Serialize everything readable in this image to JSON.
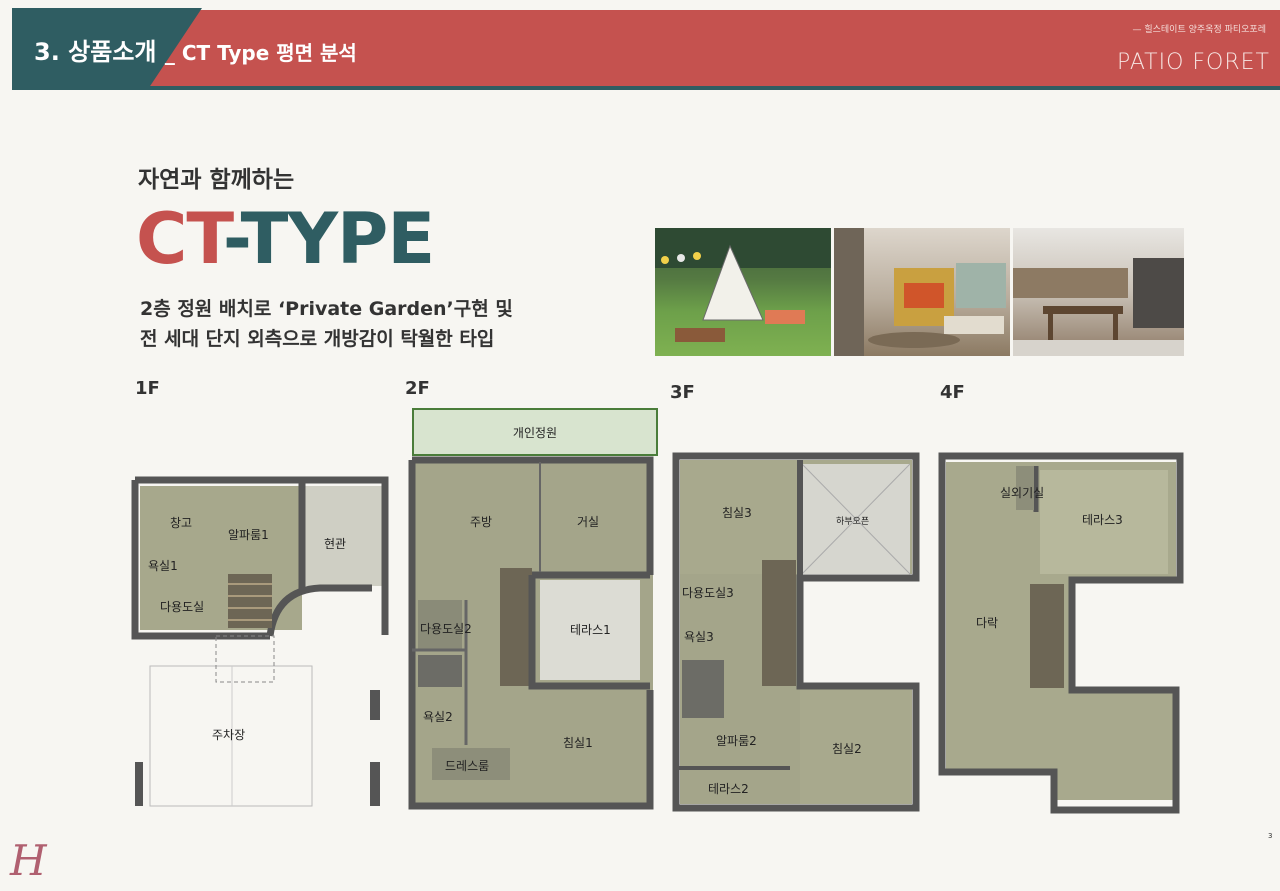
{
  "header": {
    "title": "3. 상품소개",
    "subtitle": "_ CT Type 평면 분석",
    "brand_small": "— 힐스테이트 양주옥정 파티오포레",
    "brand_logo": "PATIO FORET",
    "colors": {
      "red": "#c5524f",
      "teal": "#2f5d62"
    }
  },
  "intro": {
    "tagline": "자연과 함께하는",
    "type_part1": "CT",
    "type_part2": "-TYPE",
    "desc_line1": "2층 정원 배치로 ‘Private Garden’구현 및",
    "desc_line2": "전 세대 단지 외측으로 개방감이 탁월한 타입"
  },
  "floors": {
    "f1": {
      "label": "1F",
      "rooms": {
        "storage": "창고",
        "alpha1": "알파룸1",
        "entry": "현관",
        "bath1": "욕실1",
        "utility1": "다용도실",
        "parking": "주차장"
      }
    },
    "f2": {
      "label": "2F",
      "garden": "개인정원",
      "rooms": {
        "kitchen": "주방",
        "living": "거실",
        "utility2": "다용도실2",
        "terrace1": "테라스1",
        "bath2": "욕실2",
        "bed1": "침실1",
        "dress": "드레스룸"
      }
    },
    "f3": {
      "label": "3F",
      "rooms": {
        "bed3": "침실3",
        "void": "하부오픈",
        "utility3": "다용도실3",
        "bath3": "욕실3",
        "alpha2": "알파룸2",
        "bed2": "침실2",
        "terrace2": "테라스2"
      }
    },
    "f4": {
      "label": "4F",
      "rooms": {
        "outdoor": "실외기실",
        "terrace3": "테라스3",
        "attic": "다락"
      }
    }
  },
  "footer": {
    "logo": "H",
    "page": "3"
  }
}
